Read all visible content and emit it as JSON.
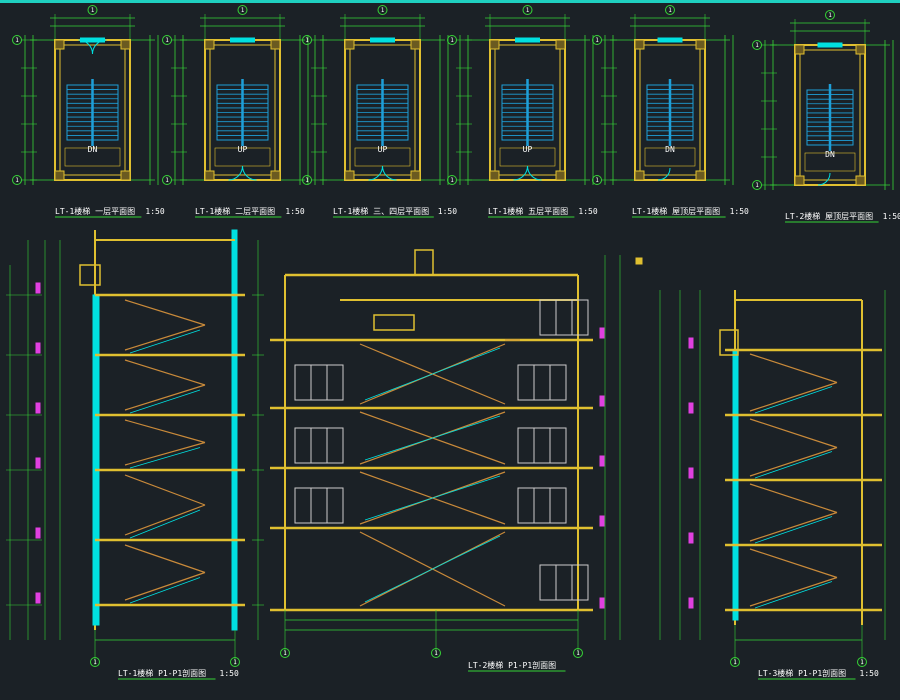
{
  "colors": {
    "background": "#1b2126",
    "dimension": "#36d436",
    "wall": "#e0c030",
    "stair": "#1e9fd8",
    "glass": "#00e0e0",
    "tread": "#c98a3a",
    "text": "#ffffff",
    "elevation_tag": "#e040e0",
    "top_bar": "#1fd0c0"
  },
  "plans": [
    {
      "title": "LT-1楼梯 一层平面图",
      "scale": "1:50",
      "grid_top": "1",
      "grid_bottom": "1",
      "door": "double",
      "annotation": "DN"
    },
    {
      "title": "LT-1楼梯 二层平面图",
      "scale": "1:50",
      "grid_top": "1",
      "grid_bottom": "1",
      "door": "double",
      "annotation": "UP"
    },
    {
      "title": "LT-1楼梯 三、四层平面图",
      "scale": "1:50",
      "grid_top": "1",
      "grid_bottom": "1",
      "door": "double",
      "annotation": "UP"
    },
    {
      "title": "LT-1楼梯 五层平面图",
      "scale": "1:50",
      "grid_top": "1",
      "grid_bottom": "1",
      "door": "double",
      "annotation": "UP"
    },
    {
      "title": "LT-1楼梯 屋顶层平面图",
      "scale": "1:50",
      "grid_top": "1",
      "grid_bottom": "1",
      "door": "single",
      "annotation": "DN"
    },
    {
      "title": "LT-2楼梯 屋顶层平面图",
      "scale": "1:50",
      "grid_top": "1",
      "grid_bottom": "1",
      "door": "single",
      "annotation": "DN"
    }
  ],
  "sections": [
    {
      "title": "LT-1楼梯 P1-P1剖面图",
      "scale": "1:50",
      "grid_left": "1",
      "grid_right": "1"
    },
    {
      "title": "LT-2楼梯 P1-P1剖面图",
      "scale": "",
      "grid_left": "1",
      "grid_right": "1"
    },
    {
      "title": "LT-3楼梯 P1-P1剖面图",
      "scale": "1:50",
      "grid_left": "1",
      "grid_right": "1"
    }
  ]
}
